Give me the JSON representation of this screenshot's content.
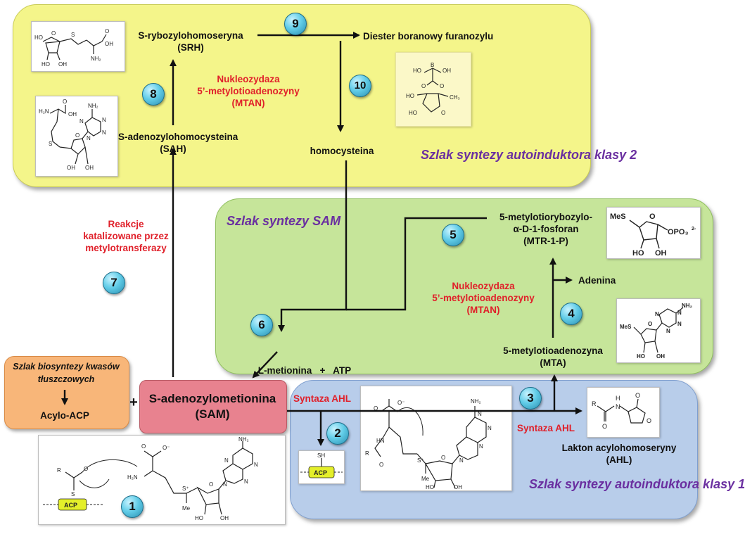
{
  "pathways": {
    "ai2": "Szlak syntezy autoinduktora klasy 2",
    "sam": "Szlak syntezy SAM",
    "ai1": "Szlak syntezy autoinduktora klasy 1",
    "fatty": "Szlak biosyntezy kwasów tłuszczowych"
  },
  "nodes": {
    "srh": [
      "S-rybozylohomoseryna",
      "(SRH)"
    ],
    "diester": "Diester boranowy furanozylu",
    "sah": [
      "S-adenozylohomocysteina",
      "(SAH)"
    ],
    "homocysteine": "homocysteina",
    "mtr": [
      "5-metylotiorybozylo-",
      "α-D-1-fosforan",
      "(MTR-1-P)"
    ],
    "adenine": "Adenina",
    "lmet": "L-metionina   +   ATP",
    "mta": [
      "5-metylotioadenozyna",
      "(MTA)"
    ],
    "acyl_acp": "Acylo-ACP",
    "plus": "+",
    "sam": [
      "S-adenozylometionina",
      "(SAM)"
    ],
    "ahl": [
      "Lakton acylohomoseryny",
      "(AHL)"
    ]
  },
  "enzymes": {
    "mtan_top": [
      "Nukleozydaza",
      "5’-metylotioadenozyny",
      "(MTAN)"
    ],
    "methyl": [
      "Reakcje",
      "katalizowane przez",
      "metylotransferazy"
    ],
    "mtan_mid": [
      "Nukleozydaza",
      "5’-metylotioadenozyny",
      "(MTAN)"
    ],
    "ahl_synthase_1": "Syntaza AHL",
    "ahl_synthase_2": "Syntaza AHL"
  },
  "steps": [
    "1",
    "2",
    "3",
    "4",
    "5",
    "6",
    "7",
    "8",
    "9",
    "10"
  ],
  "structures": {
    "srh_labels": [
      "HO",
      "O",
      "S",
      "OH",
      "NH₂",
      "O",
      "HO",
      "OH"
    ],
    "sah_labels": [
      "H₂N",
      "O",
      "OH",
      "NH₂",
      "N",
      "N",
      "N",
      "N",
      "S",
      "O",
      "OH",
      "OH"
    ],
    "borate_labels": [
      "HO",
      "B",
      "OH",
      "O",
      "O",
      "HO",
      "CH₃",
      "HO",
      "O"
    ],
    "mtr_labels": [
      "MeS",
      "O",
      "OPO₃",
      "2-",
      "HO",
      "OH"
    ],
    "mta_labels": [
      "NH₂",
      "MeS",
      "O",
      "N",
      "N",
      "N",
      "N",
      "HO",
      "OH"
    ],
    "ahl_labels": [
      "R",
      "H",
      "N",
      "O",
      "O",
      "O"
    ],
    "acp_labels": [
      "SH",
      "ACP"
    ],
    "inter_labels": [
      "NH₂",
      "O",
      "O⁻",
      "HN",
      "R",
      "O",
      "S⁺",
      "Me",
      "O",
      "N",
      "N",
      "N",
      "N",
      "HO",
      "OH"
    ],
    "sam_labels": [
      "O",
      "O⁻",
      "R",
      "O",
      "S",
      "ACP",
      "H₂N",
      "S⁺",
      "Me",
      "O",
      "NH₂",
      "N",
      "N",
      "N",
      "N",
      "HO",
      "OH"
    ]
  },
  "colors": {
    "ai2_panel": "#f4f58a",
    "sam_panel": "#c6e59a",
    "ai1_panel": "#b8cdea",
    "fatty_panel": "#f8b679",
    "sam_box": "#e8828f",
    "enzyme_text": "#e0202a",
    "pathway_text": "#6a2fa0",
    "step_badge": "#62cde8",
    "acp_tag": "#e4ef2a"
  }
}
